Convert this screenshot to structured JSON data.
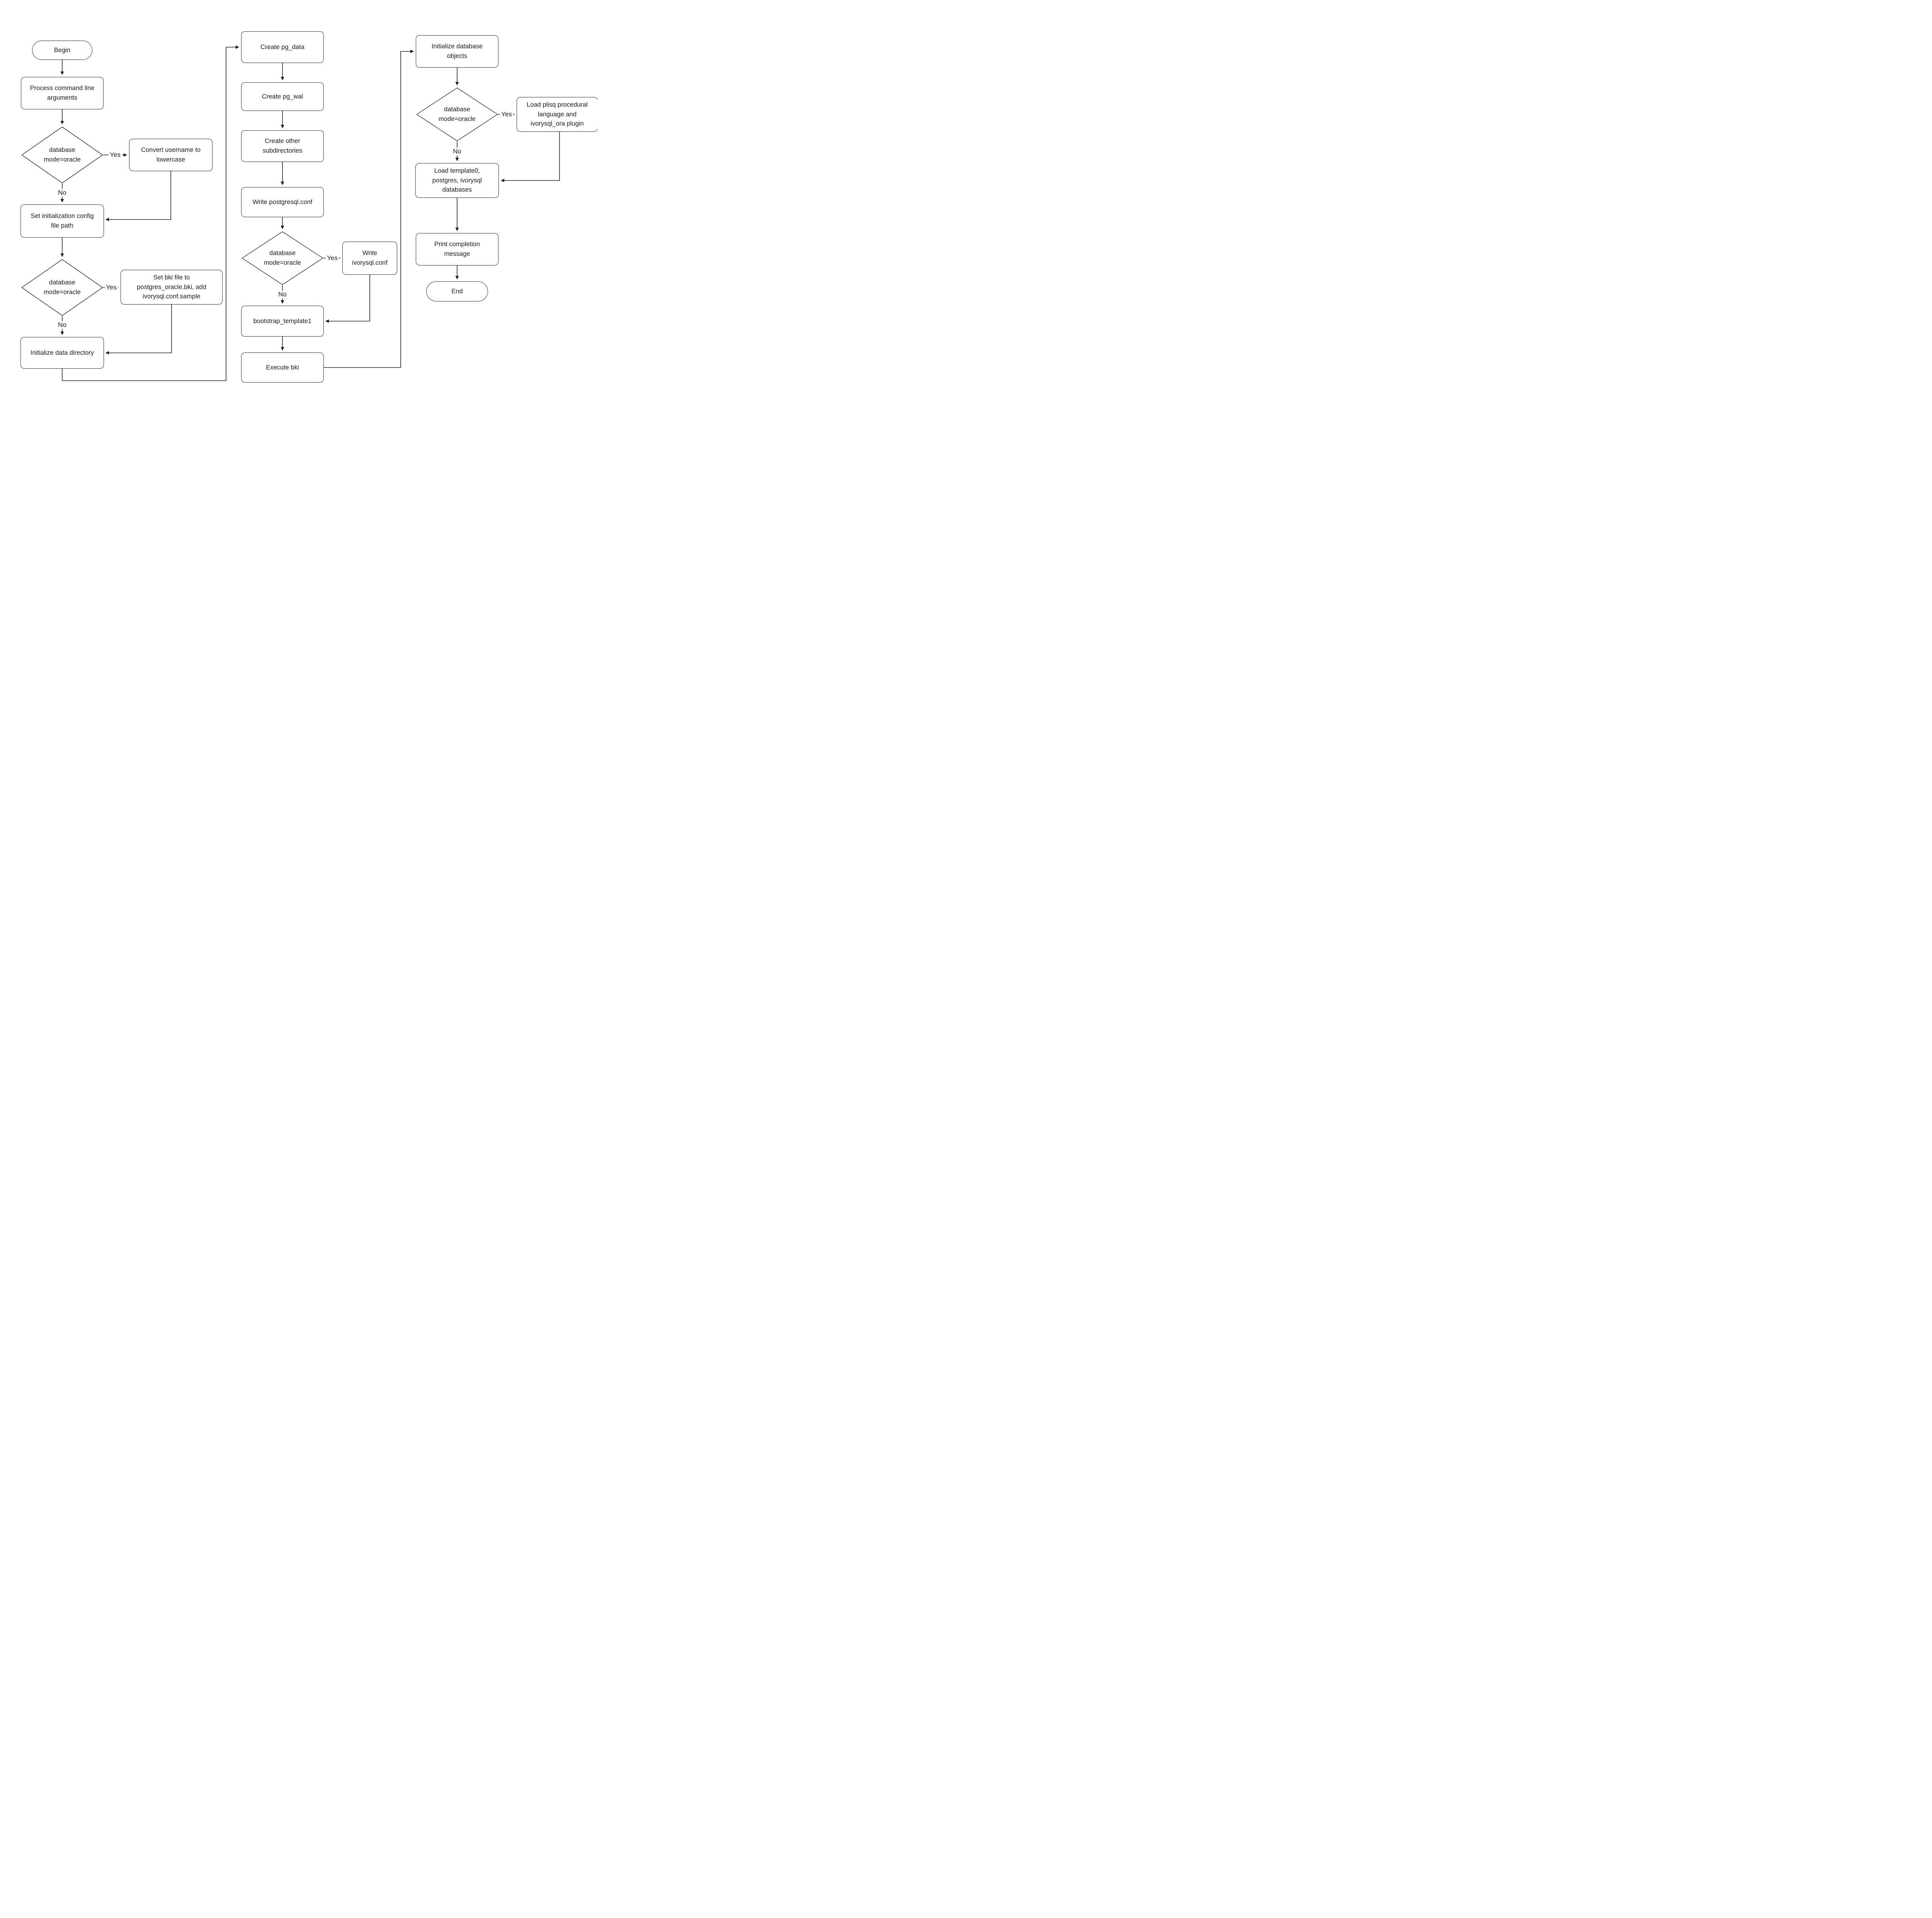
{
  "colors": {
    "node_border": "#1d2648",
    "connector": "#1f1f1f",
    "text": "#1c1c1c",
    "background": "#ffffff"
  },
  "labels": {
    "yes": "Yes",
    "no": "No"
  },
  "nodes": {
    "begin": "Begin",
    "process_args": "Process command line arguments",
    "decision1": "database mode=oracle",
    "convert_username": "Convert username to lowercase",
    "set_init_config": "Set initialization config file path",
    "decision2": "database mode=oracle",
    "set_bki_file": "Set bki file to postgres_oracle.bki, add ivorysql.conf.sample",
    "init_data_dir": "Initialize data directory",
    "create_pg_data": "Create pg_data",
    "create_pg_wal": "Create pg_wal",
    "create_other_subdirs": "Create other subdirectories",
    "write_postgresql_conf": "Write postgresql.conf",
    "decision3": "database mode=oracle",
    "write_ivorysql_conf": "Write ivorysql.conf",
    "bootstrap_template1": "bootstrap_template1",
    "execute_bki": "Execute bki",
    "init_db_objects": "Initialize database objects",
    "decision4": "database mode=oracle",
    "load_plugin": "Load plisq procedural language and ivorysql_ora plugin",
    "load_databases": "Load template0, postgres, ivorysql databases",
    "print_completion": "Print completion message",
    "end": "End"
  },
  "edges": [
    {
      "from": "begin",
      "to": "process_args",
      "label": ""
    },
    {
      "from": "process_args",
      "to": "decision1",
      "label": ""
    },
    {
      "from": "decision1",
      "to": "convert_username",
      "label": "Yes"
    },
    {
      "from": "decision1",
      "to": "set_init_config",
      "label": "No"
    },
    {
      "from": "convert_username",
      "to": "set_init_config",
      "label": ""
    },
    {
      "from": "set_init_config",
      "to": "decision2",
      "label": ""
    },
    {
      "from": "decision2",
      "to": "set_bki_file",
      "label": "Yes"
    },
    {
      "from": "decision2",
      "to": "init_data_dir",
      "label": "No"
    },
    {
      "from": "set_bki_file",
      "to": "init_data_dir",
      "label": ""
    },
    {
      "from": "init_data_dir",
      "to": "create_pg_data",
      "label": ""
    },
    {
      "from": "create_pg_data",
      "to": "create_pg_wal",
      "label": ""
    },
    {
      "from": "create_pg_wal",
      "to": "create_other_subdirs",
      "label": ""
    },
    {
      "from": "create_other_subdirs",
      "to": "write_postgresql_conf",
      "label": ""
    },
    {
      "from": "write_postgresql_conf",
      "to": "decision3",
      "label": ""
    },
    {
      "from": "decision3",
      "to": "write_ivorysql_conf",
      "label": "Yes"
    },
    {
      "from": "decision3",
      "to": "bootstrap_template1",
      "label": "No"
    },
    {
      "from": "write_ivorysql_conf",
      "to": "bootstrap_template1",
      "label": ""
    },
    {
      "from": "bootstrap_template1",
      "to": "execute_bki",
      "label": ""
    },
    {
      "from": "execute_bki",
      "to": "init_db_objects",
      "label": ""
    },
    {
      "from": "init_db_objects",
      "to": "decision4",
      "label": ""
    },
    {
      "from": "decision4",
      "to": "load_plugin",
      "label": "Yes"
    },
    {
      "from": "decision4",
      "to": "load_databases",
      "label": "No"
    },
    {
      "from": "load_plugin",
      "to": "load_databases",
      "label": ""
    },
    {
      "from": "load_databases",
      "to": "print_completion",
      "label": ""
    },
    {
      "from": "print_completion",
      "to": "end",
      "label": ""
    }
  ]
}
